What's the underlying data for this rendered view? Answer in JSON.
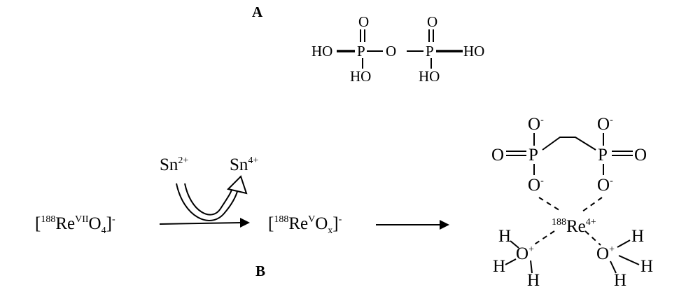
{
  "panel_labels": {
    "a": "A",
    "b": "B"
  },
  "pyrophosphate": {
    "ho": "HO",
    "p": "P",
    "o_top": "O",
    "o_bridge": "O"
  },
  "reaction": {
    "left_complex_open": "[",
    "isotope": "188",
    "re": "Re",
    "ox_vii": "VII",
    "o4": "O",
    "o4_sub": "4",
    "right_complex_bracket": "]",
    "charge_minus": "-",
    "ox_v": "V",
    "ox_sub": "x",
    "sn_element": "Sn",
    "sn2_charge": "2+",
    "sn4_charge": "4+"
  },
  "complex": {
    "o": "O",
    "o_minus": "O",
    "minus": "-",
    "p": "P",
    "re_isotope": "188",
    "re": "Re",
    "re_charge": "4+",
    "h": "H",
    "o_plus": "O",
    "plus": "+"
  }
}
